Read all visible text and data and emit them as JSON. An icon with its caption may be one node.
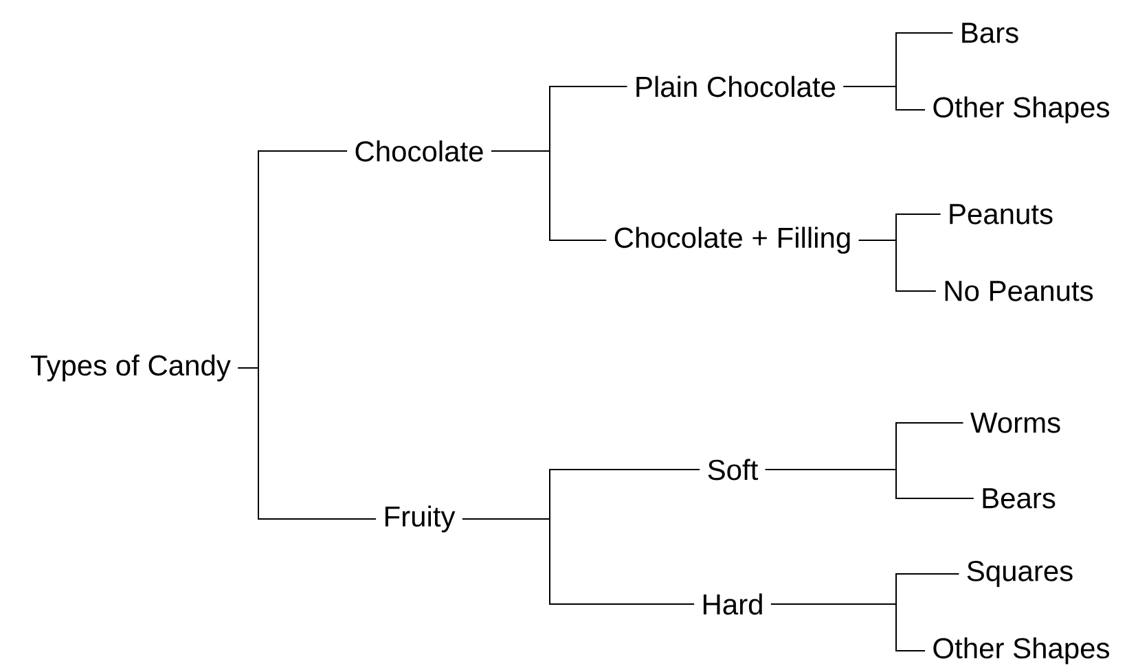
{
  "diagram": {
    "nodes": [
      {
        "text": [
          "Types of Candy"
        ]
      },
      {
        "text": [
          "Chocolate"
        ]
      },
      {
        "text": [
          "Fruity"
        ]
      },
      {
        "text": [
          "Plain Chocolate"
        ]
      },
      {
        "text": [
          "Chocolate + Filling"
        ]
      },
      {
        "text": [
          "Soft"
        ]
      },
      {
        "text": [
          "Hard"
        ]
      },
      {
        "text": [
          "Bars"
        ]
      },
      {
        "text": [
          "Other Shapes"
        ]
      },
      {
        "text": [
          "Peanuts"
        ]
      },
      {
        "text": [
          "No Peanuts"
        ]
      },
      {
        "text": [
          "Worms"
        ]
      },
      {
        "text": [
          "Bears"
        ]
      },
      {
        "text": [
          "Squares"
        ]
      },
      {
        "text": [
          "Other Shapes"
        ]
      }
    ],
    "edges": [
      {
        "from": 0,
        "to": 1,
        "arrow": "none"
      },
      {
        "from": 0,
        "to": 2,
        "arrow": "none"
      },
      {
        "from": 1,
        "to": 3,
        "arrow": "none"
      },
      {
        "from": 1,
        "to": 4,
        "arrow": "none"
      },
      {
        "from": 2,
        "to": 5,
        "arrow": "none"
      },
      {
        "from": 2,
        "to": 6,
        "arrow": "none"
      },
      {
        "from": 3,
        "to": 7,
        "arrow": "none"
      },
      {
        "from": 3,
        "to": 8,
        "arrow": "none"
      },
      {
        "from": 4,
        "to": 9,
        "arrow": "none"
      },
      {
        "from": 4,
        "to": 10,
        "arrow": "none"
      },
      {
        "from": 5,
        "to": 11,
        "arrow": "none"
      },
      {
        "from": 5,
        "to": 12,
        "arrow": "none"
      },
      {
        "from": 6,
        "to": 13,
        "arrow": "none"
      },
      {
        "from": 6,
        "to": 14,
        "arrow": "none"
      }
    ]
  }
}
